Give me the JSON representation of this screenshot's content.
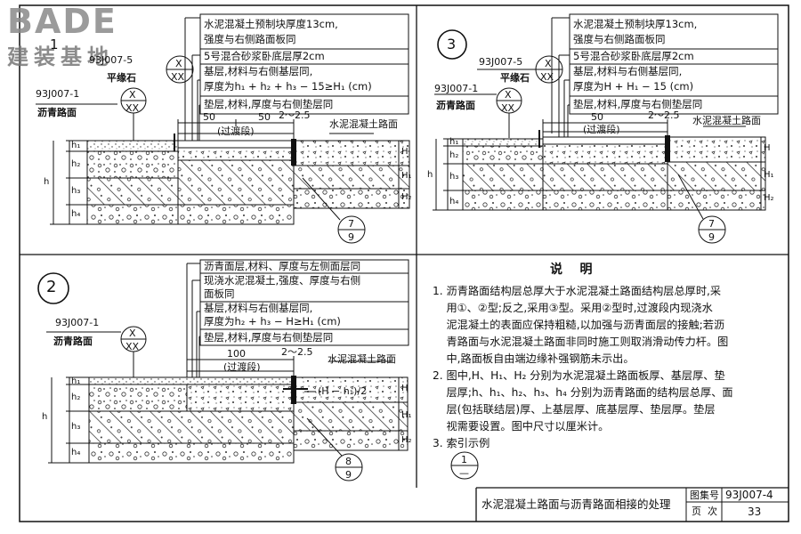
{
  "logo": {
    "en": "BADE",
    "cn": "建装基地"
  },
  "panel1": {
    "number": "1",
    "ref_curb": "93J007-5",
    "curb_label": "平缘石",
    "ref_asphalt": "93J007-1",
    "asphalt_label": "沥青路面",
    "callout_top": "X",
    "callout_bottom": "XX",
    "notes": [
      "水泥混凝土预制块厚度13cm,",
      "强度与右侧路面板同",
      "5号混合砂浆卧底层厚2cm",
      "基层,材料与右侧基层同,",
      "厚度为h₁ + h₂ + h₃ − 15≥H₁ (cm)",
      "垫层,材料,厚度与右侧垫层同"
    ],
    "dim_a": "50",
    "dim_b": "50",
    "dim_gap": "2～2.5",
    "transition": "(过渡段)",
    "concrete_label": "水泥混凝土路面",
    "ref_num": "7",
    "ref_den": "9",
    "dims_left": [
      "h₁",
      "h₂",
      "h",
      "h₃",
      "h₄"
    ],
    "dims_right": [
      "H",
      "H₁",
      "H₂"
    ]
  },
  "panel3": {
    "number": "3",
    "ref_curb": "93J007-5",
    "curb_label": "平缘石",
    "ref_asphalt": "93J007-1",
    "asphalt_label": "沥青路面",
    "callout_top": "X",
    "callout_bottom": "XX",
    "notes": [
      "水泥混凝土预制块厚13cm,",
      "强度与右侧路面板同",
      "5号混合砂浆卧底层厚2cm",
      "基层,材料与右侧基层同,",
      "厚度为H + H₁ − 15 (cm)",
      "垫层,材料,厚度与右侧垫层同"
    ],
    "dim_a": "50",
    "dim_gap": "2～2.5",
    "transition": "(过渡段)",
    "concrete_label": "水泥混凝土路面",
    "ref_num": "7",
    "ref_den": "9",
    "dims_left": [
      "h₁",
      "h₂",
      "h",
      "h₃",
      "h₄"
    ],
    "dims_right": [
      "H",
      "H₁",
      "H₂"
    ]
  },
  "panel2": {
    "number": "2",
    "ref_asphalt": "93J007-1",
    "asphalt_label": "沥青路面",
    "callout_top": "X",
    "callout_bottom": "XX",
    "notes": [
      "沥青面层,材料、厚度与左侧面层同",
      "现浇水泥混凝土,强度、厚度与右侧",
      "面板同",
      "基层,材料与右侧基层同,",
      "厚度为h₂ + h₃ − H≥H₁ (cm)",
      "垫层,材料,厚度与右侧垫层同"
    ],
    "dim_a": "100",
    "dim_gap": "2～2.5",
    "transition": "(过渡段)",
    "concrete_label": "水泥混凝土路面",
    "half_dim": "(H − h₁)/2",
    "ref_num": "8",
    "ref_den": "9",
    "dims_left": [
      "h₁",
      "h₂",
      "h",
      "h₃",
      "h₄"
    ],
    "dims_right": [
      "H",
      "H₁",
      "H₂"
    ]
  },
  "notes_section": {
    "title": "说    明",
    "items": [
      "1. 沥青路面结构层总厚大于水泥混凝土路面结构层总厚时,采",
      "    用①、②型;反之,采用③型。采用②型时,过渡段内现浇水",
      "    泥混凝土的表面应保持粗糙,以加强与沥青面层的接触;若沥",
      "    青路面与水泥混凝土路面非同时施工则取消滑动传力杆。图",
      "    中,路面板自由端边缘补强钢筋未示出。",
      "2. 图中,H、H₁、H₂ 分别为水泥混凝土路面板厚、基层厚、垫",
      "    层厚;h、h₁、h₂、h₃、h₄ 分别为沥青路面的结构层总厚、面",
      "    层(包括联结层)厚、上基层厚、底基层厚、垫层厚。垫层",
      "    视需要设置。图中尺寸以厘米计。",
      "3. 索引示例"
    ],
    "index_num": "1",
    "index_den": "—"
  },
  "titleblock": {
    "title": "水泥混凝土路面与沥青路面相接的处理",
    "atlas_label": "图集号",
    "atlas_value": "93J007-4",
    "page_label": "页  次",
    "page_value": "33"
  }
}
